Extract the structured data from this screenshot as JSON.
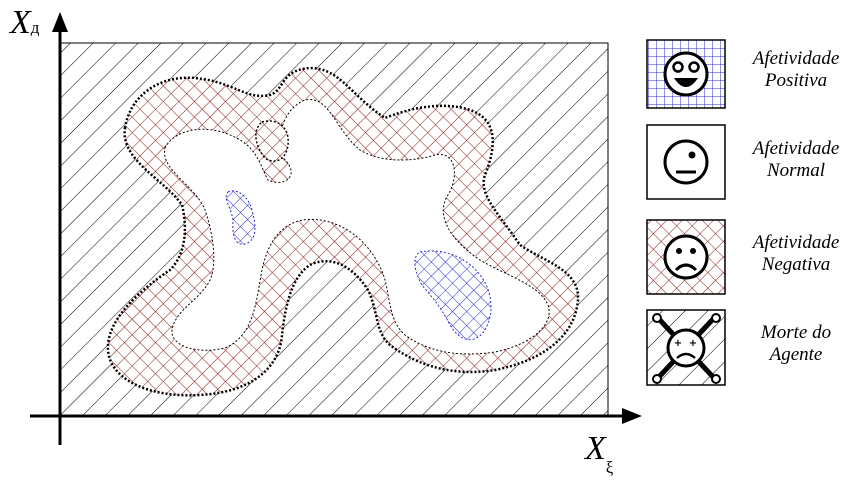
{
  "axes": {
    "y": {
      "main": "X",
      "sub": "д"
    },
    "x": {
      "main": "X",
      "sub": "ξ"
    }
  },
  "legend": [
    {
      "id": "positiva",
      "line1": "Afetividade",
      "line2": "Positiva",
      "icon": "happy-face-icon",
      "pattern": "blue-crosshatch"
    },
    {
      "id": "normal",
      "line1": "Afetividade",
      "line2": "Normal",
      "icon": "neutral-face-icon",
      "pattern": "none"
    },
    {
      "id": "negativa",
      "line1": "Afetividade",
      "line2": "Negativa",
      "icon": "sad-face-icon",
      "pattern": "red-crosshatch"
    },
    {
      "id": "morte",
      "line1": "Morte do",
      "line2": "Agente",
      "icon": "dead-face-crossbones-icon",
      "pattern": "diagonal-hatch"
    }
  ],
  "colors": {
    "positive": "#2a2ad0",
    "negative": "#8b1a1a",
    "hatch": "#000000",
    "outline": "#000000"
  }
}
